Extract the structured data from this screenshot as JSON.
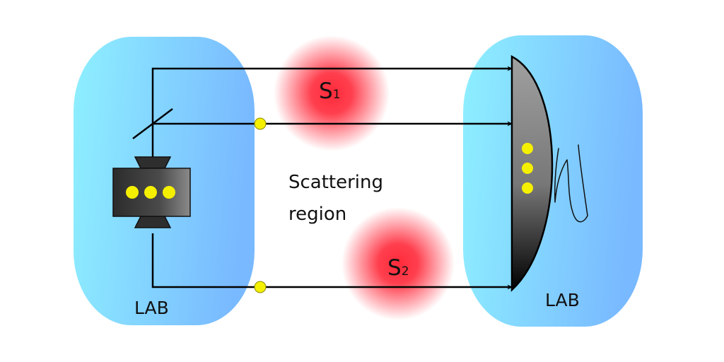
{
  "labels": {
    "lab_left": "LAB",
    "lab_right": "LAB",
    "region_line1": "Scattering",
    "region_line2": "region",
    "source1_letter": "S",
    "source1_index": "1",
    "source2_letter": "S",
    "source2_index": "2"
  },
  "colors": {
    "lab_blob_light": "#8ef0ff",
    "lab_blob_dark": "#79b9ff",
    "scatterer_core": "#ff2a3a",
    "particle": "#f5f000",
    "beam": "#000000",
    "detector_dark": "#000000",
    "detector_light": "#9a9a9a",
    "source_dark": "#2c2c2c",
    "source_light": "#8a8a8a"
  },
  "icons": {
    "beam_splitter": "mirror-icon",
    "source": "particle-source-icon",
    "detector": "detector-icon",
    "signature": "signature-squiggle"
  },
  "source_particle_count": 3,
  "detector_particle_count": 3
}
